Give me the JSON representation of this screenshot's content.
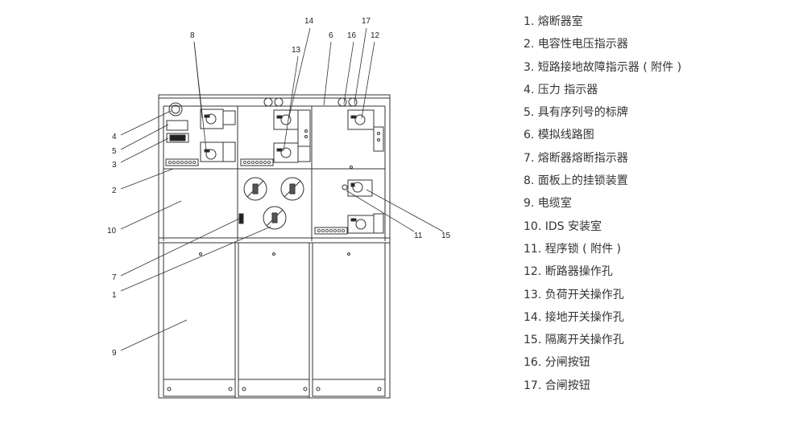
{
  "callouts": {
    "c8": "8",
    "c14": "14",
    "c13": "13",
    "c6": "6",
    "c16": "16",
    "c17": "17",
    "c12": "12",
    "c4": "4",
    "c5": "5",
    "c3": "3",
    "c2": "2",
    "c10": "10",
    "c7": "7",
    "c1": "1",
    "c9": "9",
    "c11": "11",
    "c15": "15"
  },
  "legend": [
    "1. 熔断器室",
    "2. 电容性电压指示器",
    "3. 短路接地故障指示器 ( 附件 )",
    "4. 压力 指示器",
    "5. 具有序列号的标牌",
    "6. 模拟线路图",
    "7. 熔断器熔断指示器",
    "8. 面板上的挂锁装置",
    "9. 电缆室",
    "10. IDS 安装室",
    "11. 程序锁 ( 附件 )",
    "12. 断路器操作孔",
    "13. 负荷开关操作孔",
    "14. 接地开关操作孔",
    "15. 隔离开关操作孔",
    "16. 分闸按钮",
    "17. 合闸按钮"
  ]
}
